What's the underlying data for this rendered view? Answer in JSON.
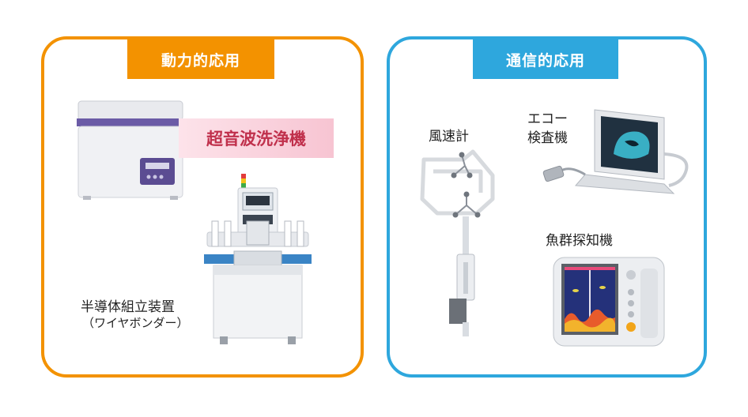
{
  "left_panel": {
    "title": "動力的応用",
    "highlight_label": "超音波洗浄機",
    "wire_bonder_label": "半導体組立装置",
    "wire_bonder_sublabel": "（ワイヤボンダー）",
    "border_color": "#f39200"
  },
  "right_panel": {
    "title": "通信的応用",
    "anemometer_label": "風速計",
    "echo_label_line1": "エコー",
    "echo_label_line2": "検査機",
    "fish_finder_label": "魚群探知機",
    "border_color": "#2ea7dd"
  }
}
